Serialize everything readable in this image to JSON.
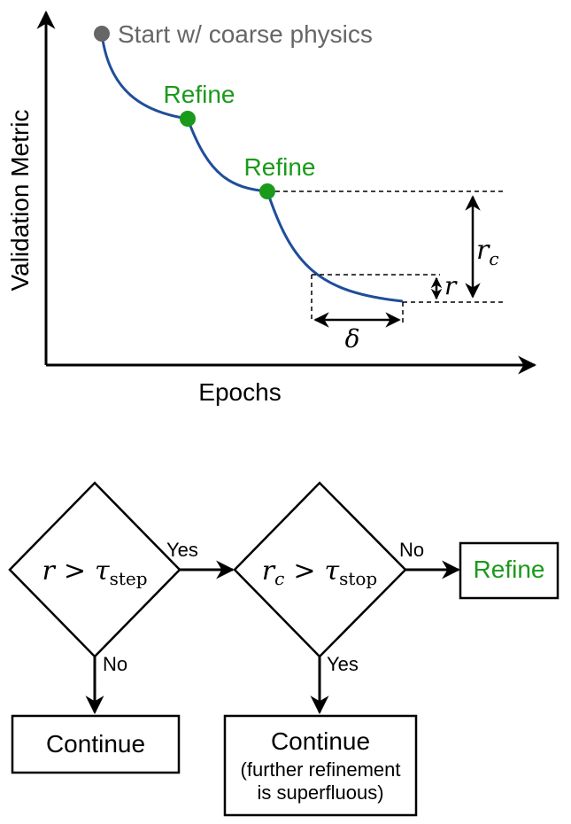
{
  "plot": {
    "x_axis_label": "Epochs",
    "y_axis_label": "Validation Metric",
    "start_label": "Start w/ coarse physics",
    "refine_labels": [
      "Refine",
      "Refine"
    ],
    "symbols": {
      "r_c_base": "r",
      "r_c_sub": "c",
      "r": "r",
      "delta": "δ"
    }
  },
  "flowchart": {
    "diamond_1": {
      "lhs": "r",
      "op": ">",
      "tau": "τ",
      "sub": "step"
    },
    "diamond_2": {
      "lhs": "r",
      "lhs_sub": "c",
      "op": ">",
      "tau": "τ",
      "sub": "stop"
    },
    "edge_yes_1": "Yes",
    "edge_no_1": "No",
    "edge_no_2": "No",
    "edge_yes_2": "Yes",
    "refine_box": "Refine",
    "continue_box_1": "Continue",
    "continue_box_2_title": "Continue",
    "continue_box_2_note_line1": "(further refinement",
    "continue_box_2_note_line2": "is superfluous)"
  },
  "colors": {
    "curve": "#1f4e9a",
    "start_dot": "#666666",
    "refine_green": "#1a9a1a",
    "ink": "#000000"
  }
}
